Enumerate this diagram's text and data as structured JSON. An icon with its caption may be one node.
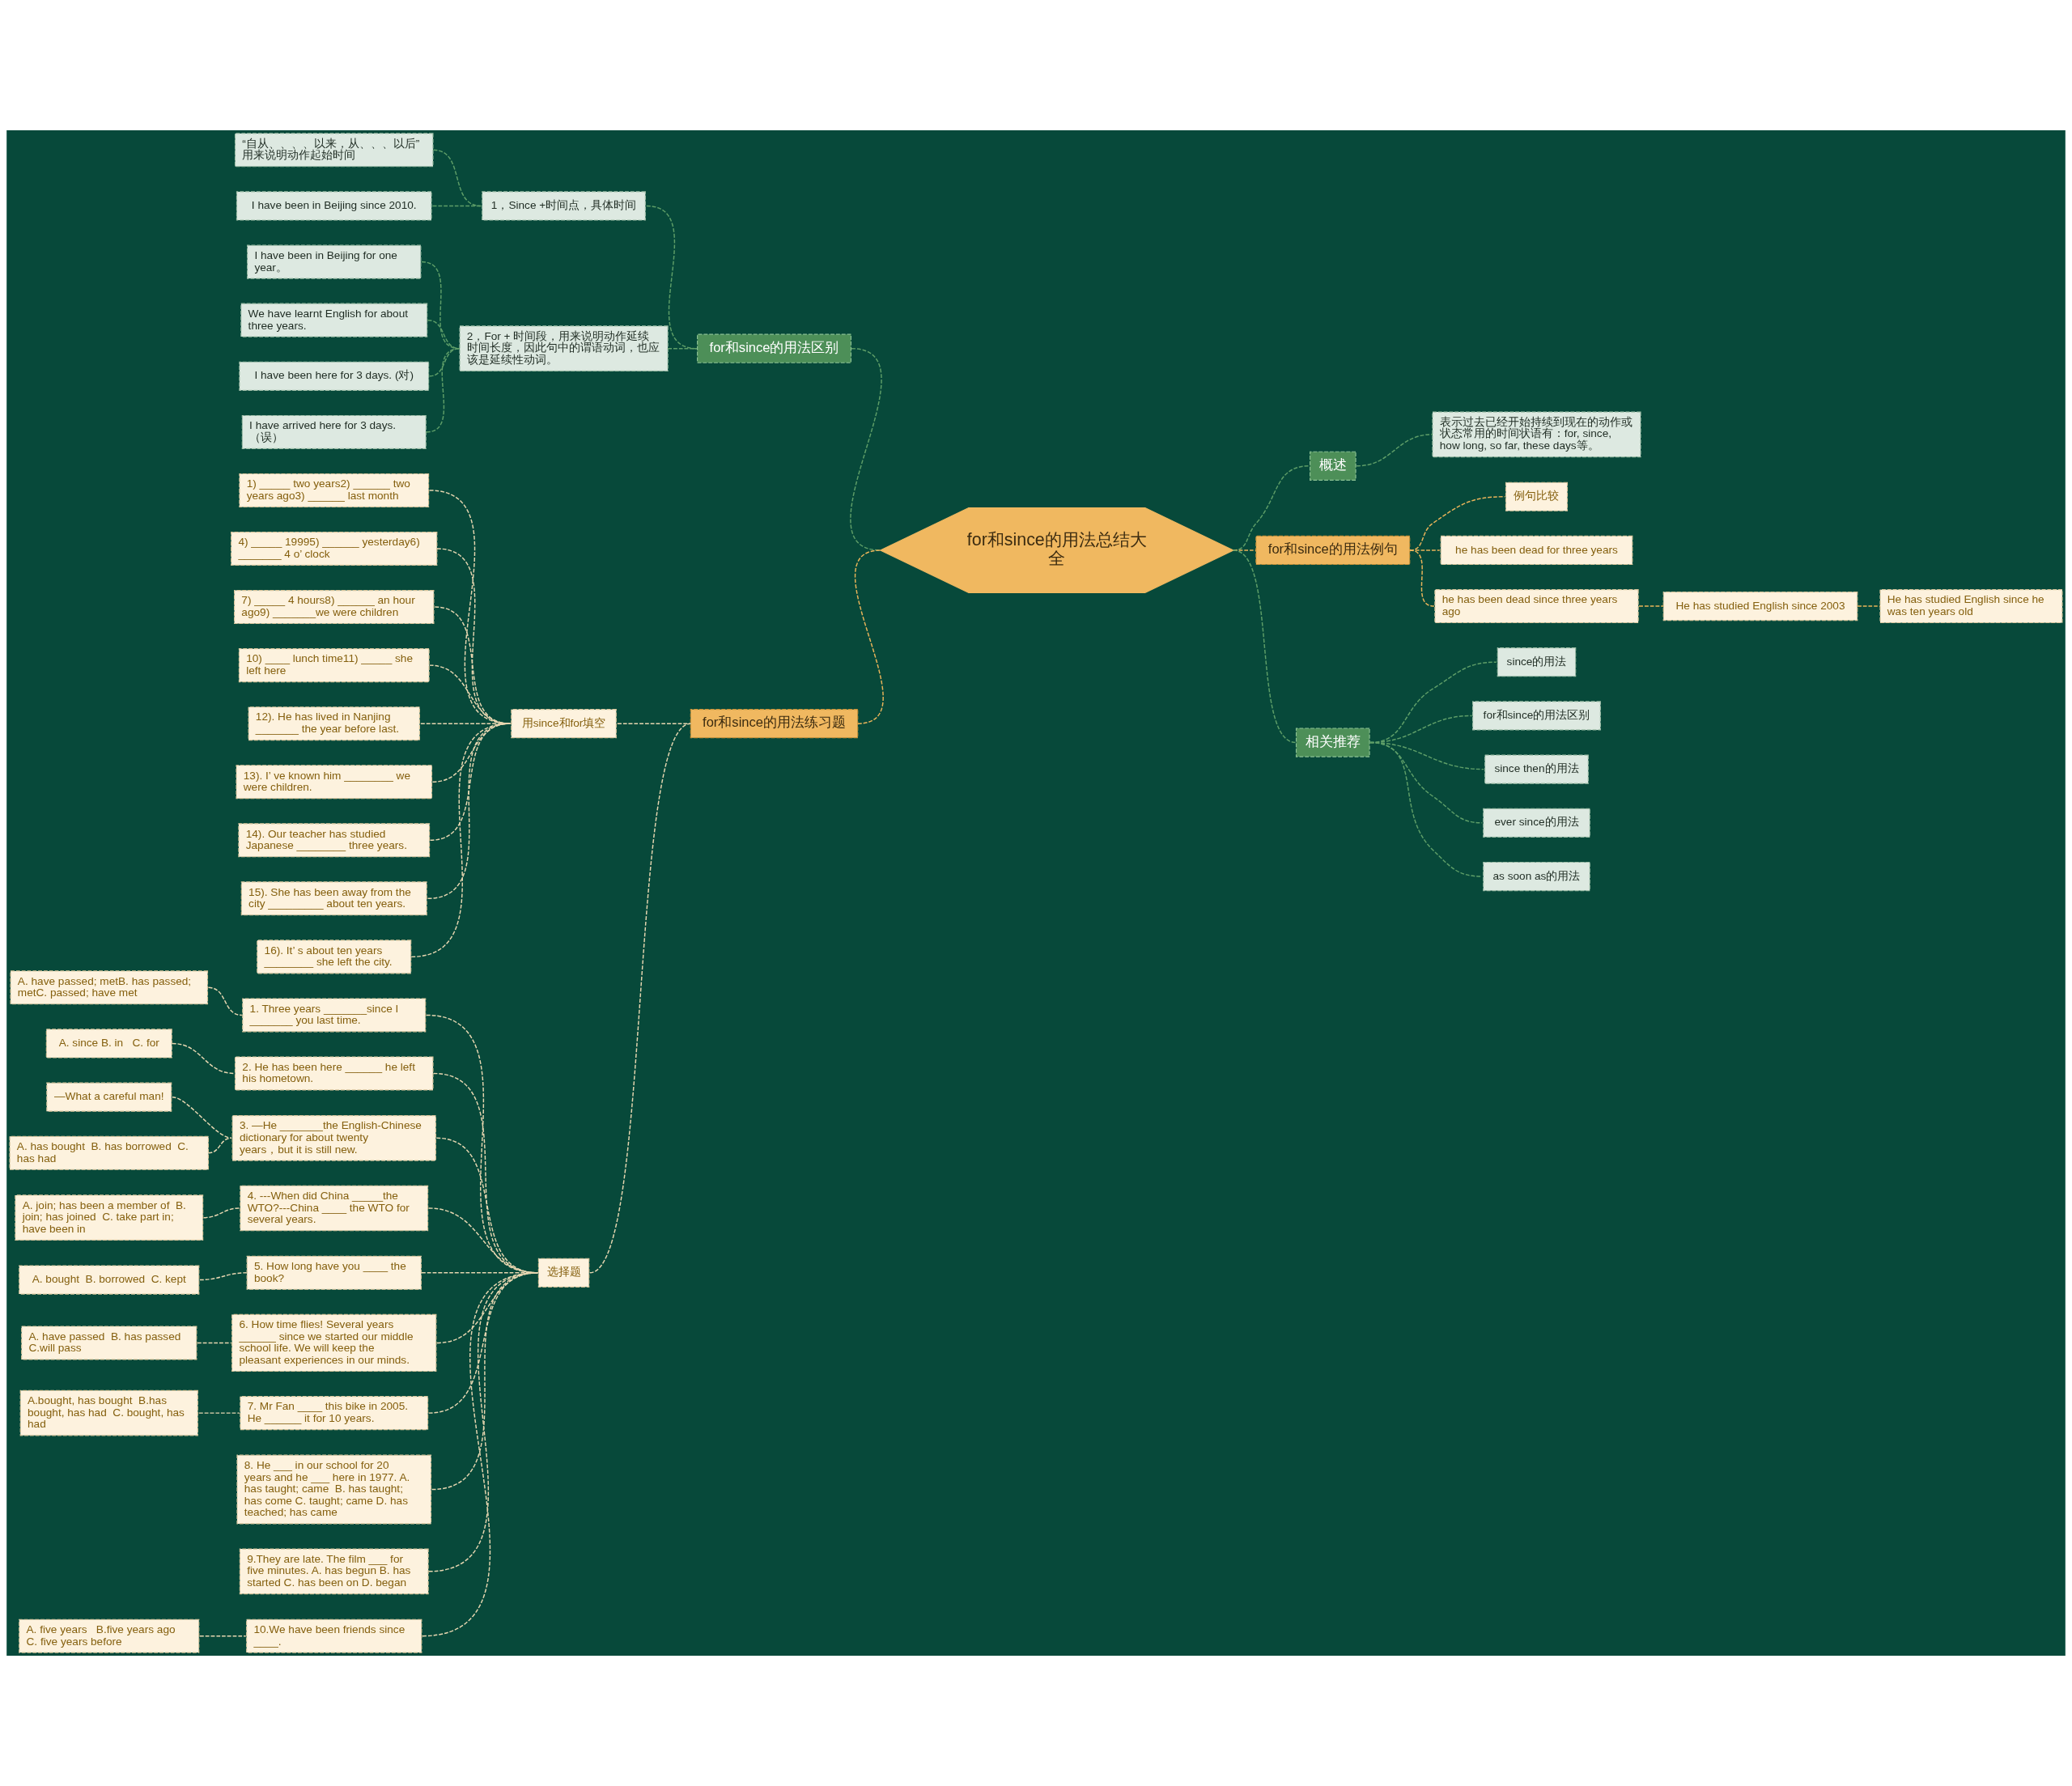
{
  "diagram": {
    "nodes": [
      {
        "text": [
          "for和since的用法总结大全"
        ]
      },
      {
        "text": [
          "for和since的用法区别"
        ]
      },
      {
        "text": [
          "1，Since +时间点，具体时间"
        ]
      },
      {
        "text": [
          "“自从、、、、以来，从、、、以后” 用来说明动作起始时间"
        ]
      },
      {
        "text": [
          "I have been in Beijing since 2010."
        ]
      },
      {
        "text": [
          "2，For + 时间段，用来说明动作延续时间长度，因此句中的谓语动词，也应该是延续性动词。"
        ]
      },
      {
        "text": [
          "I have been in Beijing for one year。"
        ]
      },
      {
        "text": [
          "We have learnt English for about three years."
        ]
      },
      {
        "text": [
          "I have been here for 3 days. (对)"
        ]
      },
      {
        "text": [
          "I have arrived here for 3 days.（误）"
        ]
      },
      {
        "text": [
          "for和since的用法练习题"
        ]
      },
      {
        "text": [
          "用since和for填空"
        ]
      },
      {
        "text": [
          "1) _____ two years2) ______ two years ago3) ______ last month"
        ]
      },
      {
        "text": [
          "4) _____ 19995) ______ yesterday6) _______ 4 o’ clock"
        ]
      },
      {
        "text": [
          "7) _____ 4 hours8) ______ an hour ago9) _______we were children"
        ]
      },
      {
        "text": [
          "10) ____ lunch time11) _____ she left here"
        ]
      },
      {
        "text": [
          "12). He has lived in Nanjing _______ the year before last."
        ]
      },
      {
        "text": [
          "13). I’ ve known him ________ we were children."
        ]
      },
      {
        "text": [
          "14). Our teacher has studied Japanese ________ three years."
        ]
      },
      {
        "text": [
          "15). She has been away from the city _________ about ten years."
        ]
      },
      {
        "text": [
          "16). It’ s about ten years ________ she left the city."
        ]
      },
      {
        "text": [
          "选择题"
        ]
      },
      {
        "text": [
          "1. Three years _______since I _______ you last time."
        ]
      },
      {
        "text": [
          "A. have passed; metB. has passed; metC. passed; have met"
        ]
      },
      {
        "text": [
          "2. He has been here ______ he left his hometown."
        ]
      },
      {
        "text": [
          "A. since B. in   C. for"
        ]
      },
      {
        "text": [
          "3. —He _______the English-Chinese dictionary for about twenty years，but it is still new."
        ]
      },
      {
        "text": [
          "—What a careful man!"
        ]
      },
      {
        "text": [
          "A. has bought  B. has borrowed  C. has had"
        ]
      },
      {
        "text": [
          "4. ---When did China _____the WTO?---China ____ the WTO for several years."
        ]
      },
      {
        "text": [
          "A. join; has been a member of  B. join; has joined  C. take part in; have been in"
        ]
      },
      {
        "text": [
          "5. How long have you ____ the book?"
        ]
      },
      {
        "text": [
          "A. bought  B. borrowed  C. kept"
        ]
      },
      {
        "text": [
          "6. How time flies! Several years ______ since we started our middle school life. We will keep the pleasant experiences in our minds."
        ]
      },
      {
        "text": [
          "A. have passed  B. has passed  C.will pass"
        ]
      },
      {
        "text": [
          "7. Mr Fan ____ this bike in 2005. He ______ it for 10 years."
        ]
      },
      {
        "text": [
          "A.bought, has bought  B.has bought, has had  C. bought, has had"
        ]
      },
      {
        "text": [
          "8. He ___ in our school for 20 years and he ___ here in 1977. A. has taught; came  B. has taught; has come C. taught; came D. has teached; has came"
        ]
      },
      {
        "text": [
          "9.They are late. The film ___ for five minutes. A. has begun B. has started C. has been on D. began"
        ]
      },
      {
        "text": [
          "10.We have been friends since ____."
        ]
      },
      {
        "text": [
          "A. five years   B.five years ago   C. five years before"
        ]
      },
      {
        "text": [
          "概述"
        ]
      },
      {
        "text": [
          "表示过去已经开始持续到现在的动作或状态常用的时间状语有：for, since, how long, so far, these days等。"
        ]
      },
      {
        "text": [
          "for和since的用法例句"
        ]
      },
      {
        "text": [
          "例句比较"
        ]
      },
      {
        "text": [
          "he has been dead for three years"
        ]
      },
      {
        "text": [
          "he has been dead since three years ago"
        ]
      },
      {
        "text": [
          "He has studied English since 2003"
        ]
      },
      {
        "text": [
          "He has studied English since he was ten years old"
        ]
      },
      {
        "text": [
          "相关推荐"
        ]
      },
      {
        "text": [
          "since的用法"
        ]
      },
      {
        "text": [
          "for和since的用法区别"
        ]
      },
      {
        "text": [
          "since then的用法"
        ]
      },
      {
        "text": [
          "ever since的用法"
        ]
      },
      {
        "text": [
          "as soon as的用法"
        ]
      }
    ],
    "edges": [
      {
        "from": 1,
        "to": 0,
        "arrow": "none",
        "style": "dashed",
        "color": "#5e9e68"
      },
      {
        "from": 2,
        "to": 1,
        "arrow": "none",
        "style": "dashed",
        "color": "#5e9e68"
      },
      {
        "from": 3,
        "to": 2,
        "arrow": "none",
        "style": "dashed",
        "color": "#5e9e68"
      },
      {
        "from": 4,
        "to": 2,
        "arrow": "none",
        "style": "dashed",
        "color": "#5e9e68"
      },
      {
        "from": 5,
        "to": 1,
        "arrow": "none",
        "style": "dashed",
        "color": "#5e9e68"
      },
      {
        "from": 6,
        "to": 5,
        "arrow": "none",
        "style": "dashed",
        "color": "#5e9e68"
      },
      {
        "from": 7,
        "to": 5,
        "arrow": "none",
        "style": "dashed",
        "color": "#5e9e68"
      },
      {
        "from": 8,
        "to": 5,
        "arrow": "none",
        "style": "dashed",
        "color": "#5e9e68"
      },
      {
        "from": 9,
        "to": 5,
        "arrow": "none",
        "style": "dashed",
        "color": "#5e9e68"
      },
      {
        "from": 10,
        "to": 0,
        "arrow": "none",
        "style": "dashed",
        "color": "#e9b45a"
      },
      {
        "from": 11,
        "to": 10,
        "arrow": "none",
        "style": "dashed"
      },
      {
        "from": 12,
        "to": 11,
        "arrow": "none",
        "style": "dashed"
      },
      {
        "from": 13,
        "to": 11,
        "arrow": "none",
        "style": "dashed"
      },
      {
        "from": 14,
        "to": 11,
        "arrow": "none",
        "style": "dashed"
      },
      {
        "from": 15,
        "to": 11,
        "arrow": "none",
        "style": "dashed"
      },
      {
        "from": 16,
        "to": 11,
        "arrow": "none",
        "style": "dashed"
      },
      {
        "from": 17,
        "to": 11,
        "arrow": "none",
        "style": "dashed"
      },
      {
        "from": 18,
        "to": 11,
        "arrow": "none",
        "style": "dashed"
      },
      {
        "from": 19,
        "to": 11,
        "arrow": "none",
        "style": "dashed"
      },
      {
        "from": 20,
        "to": 11,
        "arrow": "none",
        "style": "dashed"
      },
      {
        "from": 21,
        "to": 10,
        "arrow": "none",
        "style": "dashed"
      },
      {
        "from": 22,
        "to": 21,
        "arrow": "none",
        "style": "dashed"
      },
      {
        "from": 23,
        "to": 22,
        "arrow": "none",
        "style": "dashed"
      },
      {
        "from": 24,
        "to": 21,
        "arrow": "none",
        "style": "dashed"
      },
      {
        "from": 25,
        "to": 24,
        "arrow": "none",
        "style": "dashed"
      },
      {
        "from": 26,
        "to": 21,
        "arrow": "none",
        "style": "dashed"
      },
      {
        "from": 27,
        "to": 26,
        "arrow": "none",
        "style": "dashed"
      },
      {
        "from": 28,
        "to": 26,
        "arrow": "none",
        "style": "dashed"
      },
      {
        "from": 29,
        "to": 21,
        "arrow": "none",
        "style": "dashed"
      },
      {
        "from": 30,
        "to": 29,
        "arrow": "none",
        "style": "dashed"
      },
      {
        "from": 31,
        "to": 21,
        "arrow": "none",
        "style": "dashed"
      },
      {
        "from": 32,
        "to": 31,
        "arrow": "none",
        "style": "dashed"
      },
      {
        "from": 33,
        "to": 21,
        "arrow": "none",
        "style": "dashed"
      },
      {
        "from": 34,
        "to": 33,
        "arrow": "none",
        "style": "dashed"
      },
      {
        "from": 35,
        "to": 21,
        "arrow": "none",
        "style": "dashed"
      },
      {
        "from": 36,
        "to": 35,
        "arrow": "none",
        "style": "dashed"
      },
      {
        "from": 37,
        "to": 21,
        "arrow": "none",
        "style": "dashed"
      },
      {
        "from": 38,
        "to": 21,
        "arrow": "none",
        "style": "dashed"
      },
      {
        "from": 39,
        "to": 21,
        "arrow": "none",
        "style": "dashed"
      },
      {
        "from": 40,
        "to": 39,
        "arrow": "none",
        "style": "dashed"
      },
      {
        "from": 0,
        "to": 41,
        "arrow": "none",
        "style": "dashed",
        "color": "#5e9e68"
      },
      {
        "from": 41,
        "to": 42,
        "arrow": "none",
        "style": "dashed",
        "color": "#5e9e68"
      },
      {
        "from": 0,
        "to": 43,
        "arrow": "none",
        "style": "dashed",
        "color": "#e9b45a"
      },
      {
        "from": 43,
        "to": 44,
        "arrow": "none",
        "style": "dashed",
        "color": "#e9b45a"
      },
      {
        "from": 43,
        "to": 45,
        "arrow": "none",
        "style": "dashed",
        "color": "#e9b45a"
      },
      {
        "from": 43,
        "to": 46,
        "arrow": "none",
        "style": "dashed",
        "color": "#e9b45a"
      },
      {
        "from": 46,
        "to": 47,
        "arrow": "none",
        "style": "dashed",
        "color": "#e9b45a"
      },
      {
        "from": 47,
        "to": 48,
        "arrow": "none",
        "style": "dashed",
        "color": "#e9b45a"
      },
      {
        "from": 0,
        "to": 49,
        "arrow": "none",
        "style": "dashed",
        "color": "#5e9e68"
      },
      {
        "from": 49,
        "to": 50,
        "arrow": "none",
        "style": "dashed",
        "color": "#5e9e68"
      },
      {
        "from": 49,
        "to": 51,
        "arrow": "none",
        "style": "dashed",
        "color": "#5e9e68"
      },
      {
        "from": 49,
        "to": 52,
        "arrow": "none",
        "style": "dashed",
        "color": "#5e9e68"
      },
      {
        "from": 49,
        "to": 53,
        "arrow": "none",
        "style": "dashed",
        "color": "#5e9e68"
      },
      {
        "from": 49,
        "to": 54,
        "arrow": "none",
        "style": "dashed",
        "color": "#5e9e68"
      }
    ]
  }
}
